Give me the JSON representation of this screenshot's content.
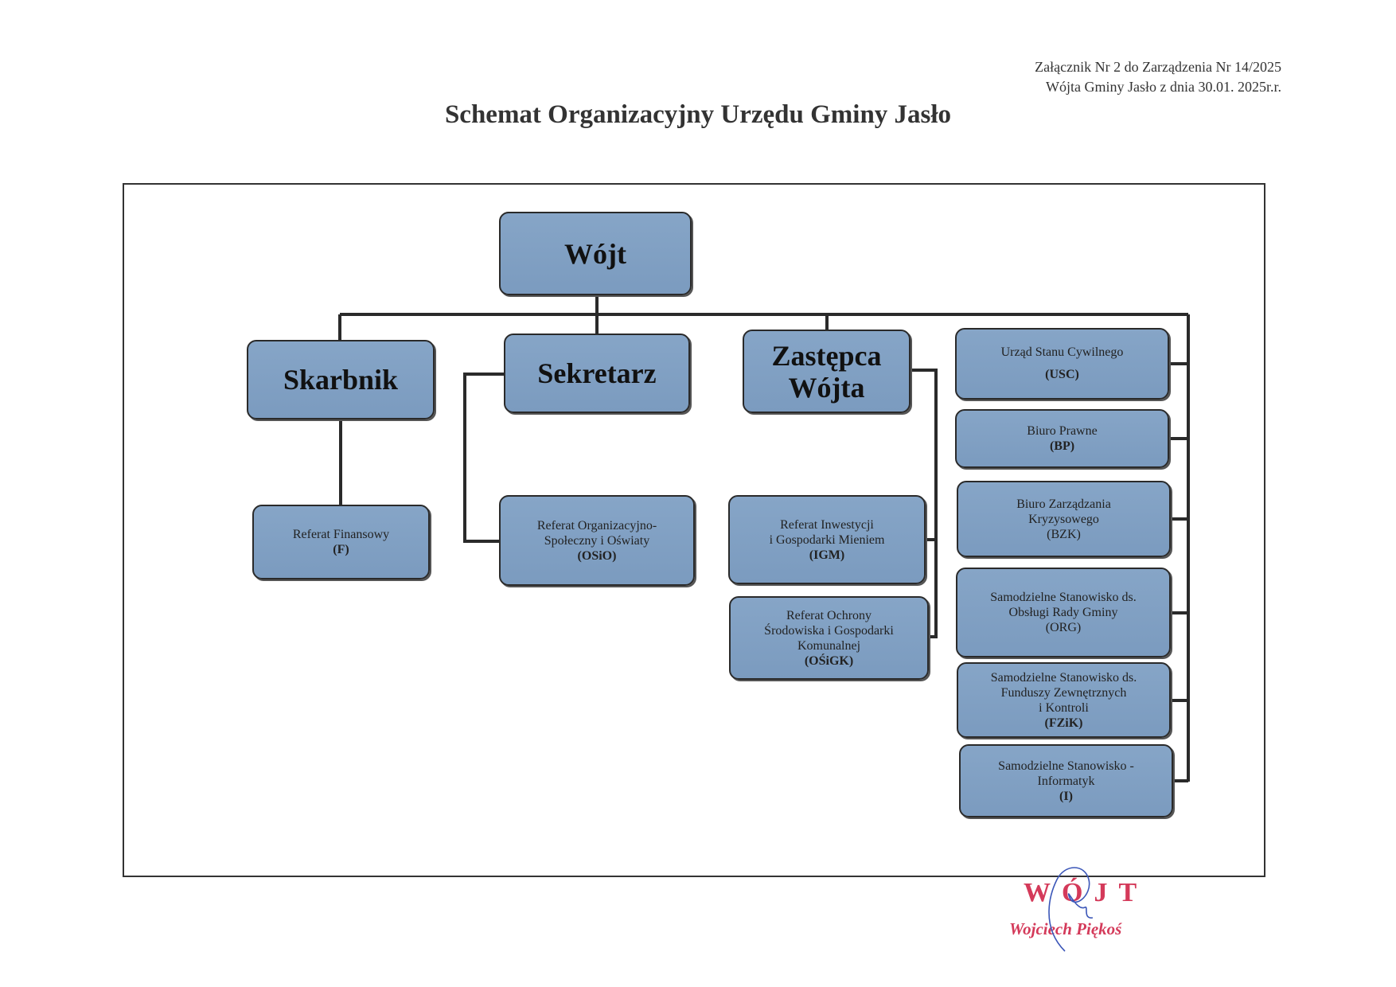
{
  "header": {
    "line1": "Załącznik Nr 2 do Zarządzenia Nr 14/2025",
    "line2": "Wójta Gminy Jasło z dnia 30.01. 2025r.r."
  },
  "title": "Schemat Organizacyjny Urzędu Gminy Jasło",
  "chart": {
    "wojt": "Wójt",
    "skarbnik": "Skarbnik",
    "sekretarz": "Sekretarz",
    "zastepca": [
      "Zastępca",
      "Wójta"
    ],
    "finansowy": {
      "name": "Referat Finansowy",
      "code": "(F)"
    },
    "osio": {
      "name1": "Referat Organizacyjno-",
      "name2": "Społeczny i Oświaty",
      "code": "(OSiO)"
    },
    "igm": {
      "name1": "Referat Inwestycji",
      "name2": "i Gospodarki Mieniem",
      "code": "(IGM)"
    },
    "osigk": {
      "name1": "Referat Ochrony",
      "name2": "Środowiska i Gospodarki",
      "name3": "Komunalnej",
      "code": "(OŚiGK)"
    },
    "usc": {
      "name": "Urząd Stanu Cywilnego",
      "code": "(USC)"
    },
    "bp": {
      "name": "Biuro Prawne",
      "code": "(BP)"
    },
    "bzk": {
      "name1": "Biuro Zarządzania",
      "name2": "Kryzysowego",
      "code": "(BZK)"
    },
    "org": {
      "name1": "Samodzielne Stanowisko  ds.",
      "name2": "Obsługi Rady Gminy",
      "code": "(ORG)"
    },
    "fzik": {
      "name1": "Samodzielne Stanowisko ds.",
      "name2": "Funduszy Zewnętrznych",
      "name3": "i Kontroli",
      "code": "(FZiK)"
    },
    "inf": {
      "name1": "Samodzielne Stanowisko -",
      "name2": "Informatyk",
      "code": "(I)"
    }
  },
  "stamp": {
    "title": "WÓJT",
    "name": "Wojciech Piękoś"
  }
}
